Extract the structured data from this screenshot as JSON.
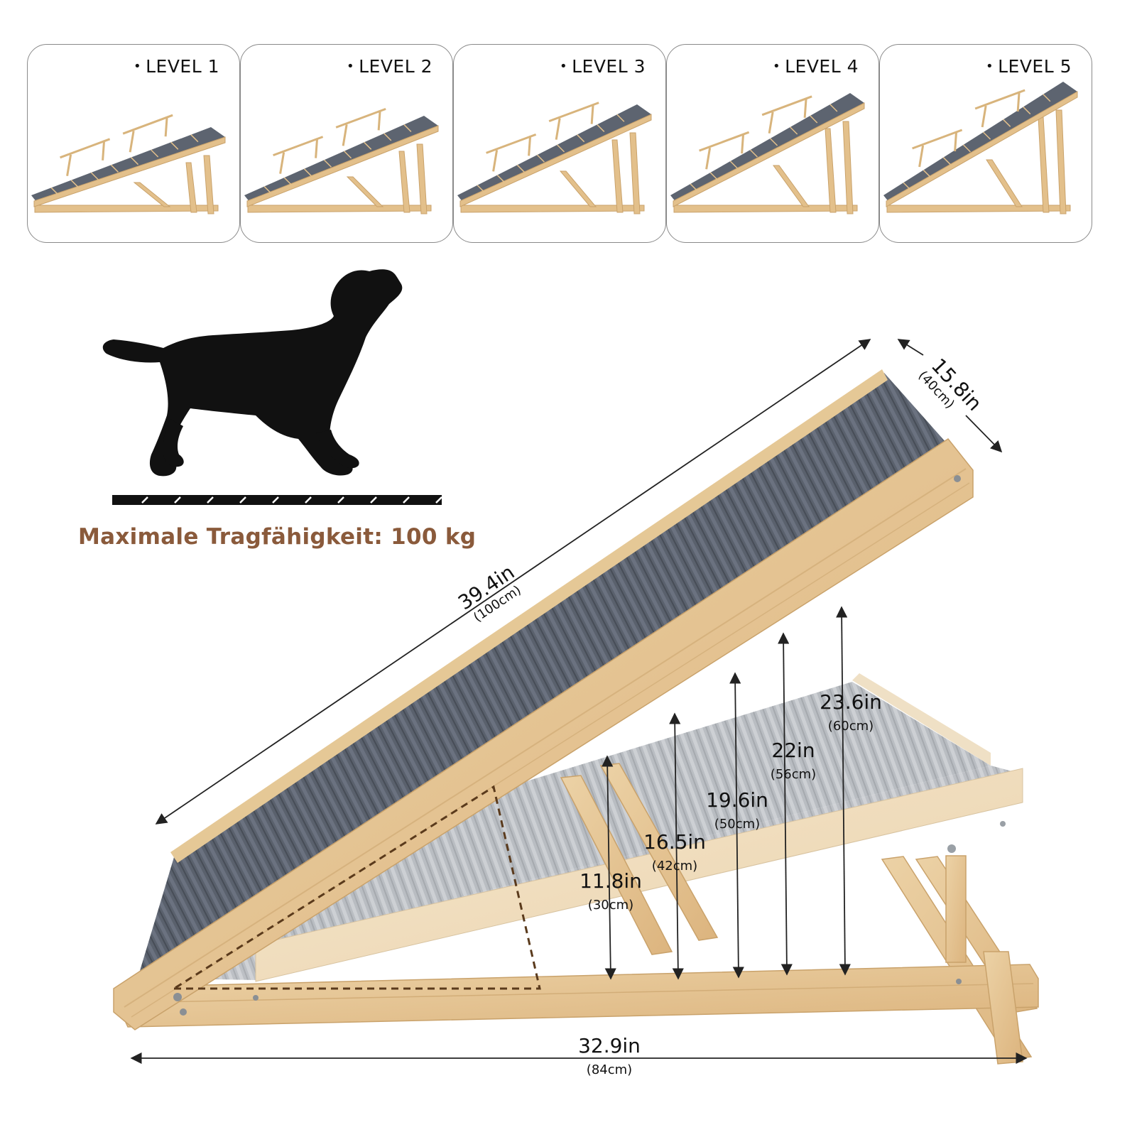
{
  "levels": [
    {
      "label": "LEVEL 1",
      "level": 1
    },
    {
      "label": "LEVEL 2",
      "level": 2
    },
    {
      "label": "LEVEL 3",
      "level": 3
    },
    {
      "label": "LEVEL 4",
      "level": 4
    },
    {
      "label": "LEVEL 5",
      "level": 5
    }
  ],
  "capacity_text": "Maximale Tragfähigkeit: 100 kg",
  "dimensions": {
    "length": {
      "in": "39.4in",
      "cm": "(100cm)"
    },
    "width": {
      "in": "15.8in",
      "cm": "(40cm)"
    },
    "base": {
      "in": "32.9in",
      "cm": "(84cm)"
    },
    "heights": [
      {
        "in": "11.8in",
        "cm": "(30cm)"
      },
      {
        "in": "16.5in",
        "cm": "(42cm)"
      },
      {
        "in": "19.6in",
        "cm": "(50cm)"
      },
      {
        "in": "22in",
        "cm": "(56cm)"
      },
      {
        "in": "23.6in",
        "cm": "(60cm)"
      }
    ]
  },
  "colors": {
    "wood": "#e8c99a",
    "wood_dark": "#c9a26b",
    "carpet": "#5d6470",
    "carpet_light": "#bfc3c8",
    "capacity_text": "#8a5a3b",
    "dog": "#111111"
  },
  "icons": {
    "dog": "dog-silhouette-icon",
    "ground": "ground-line-icon"
  }
}
